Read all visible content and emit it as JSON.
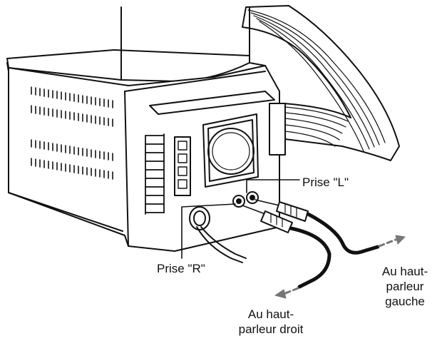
{
  "labels": {
    "prise_l": "Prise \"L\"",
    "prise_r": "Prise \"R\"",
    "gauche": [
      "Au haut-",
      "parleur",
      "gauche"
    ],
    "droit": [
      "Au haut-",
      "parleur droit"
    ]
  }
}
